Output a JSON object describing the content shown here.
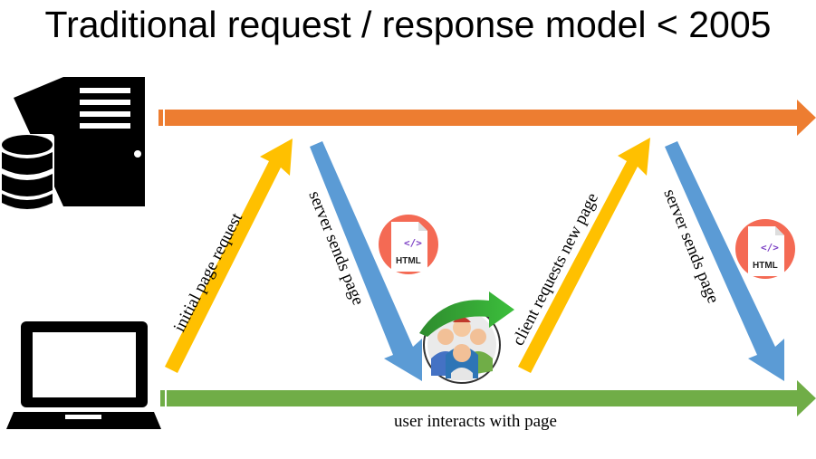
{
  "title": "Traditional request / response model < 2005",
  "labels": {
    "initial_request": "initial page request",
    "server_sends_1": "server sends page",
    "client_requests": "client requests new page",
    "server_sends_2": "server sends page",
    "user_interacts": "user interacts with page"
  },
  "badges": {
    "html_1": "HTML",
    "html_2": "HTML"
  },
  "colors": {
    "server_timeline": "#ED7D31",
    "client_timeline": "#70AD47",
    "request_arrow": "#FFC000",
    "response_arrow": "#5B9BD5",
    "html_badge": "#F46A54"
  },
  "icons": {
    "server": "server-tower-icon",
    "database": "database-icon",
    "laptop": "laptop-icon",
    "html_file": "html-file-icon",
    "users": "user-group-icon"
  }
}
